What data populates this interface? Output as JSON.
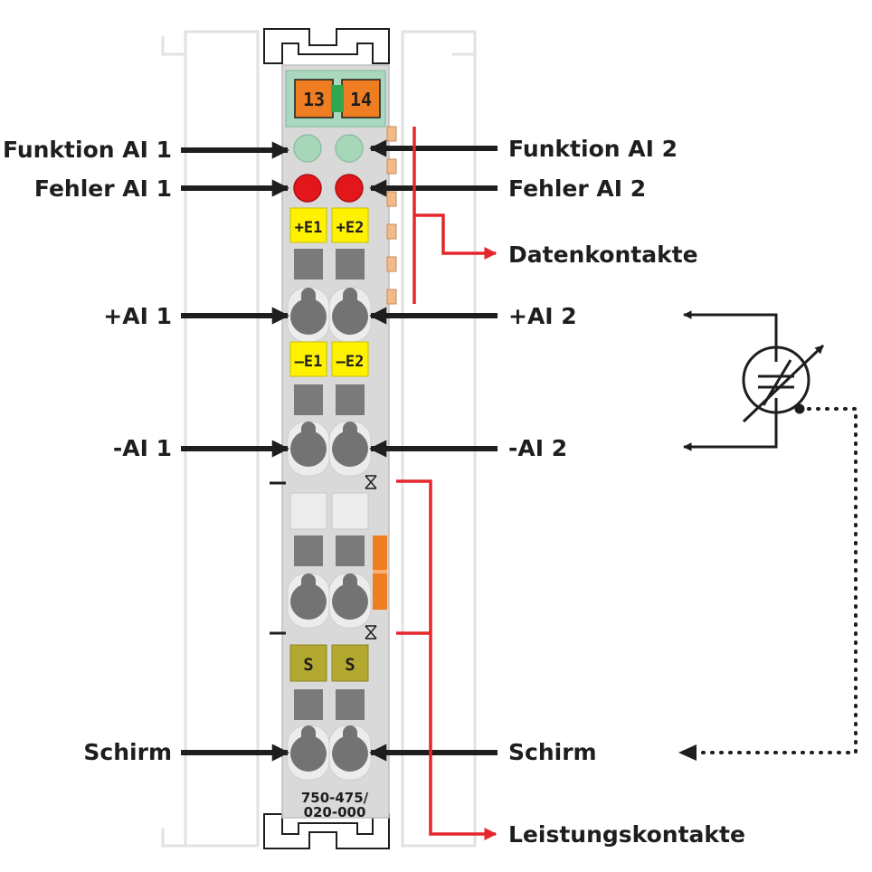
{
  "labels_left": {
    "funktion_ai1": "Funktion AI 1",
    "fehler_ai1": "Fehler AI 1",
    "plus_ai1": "+AI 1",
    "minus_ai1": "-AI 1",
    "schirm": "Schirm"
  },
  "labels_right": {
    "funktion_ai2": "Funktion AI 2",
    "fehler_ai2": "Fehler AI 2",
    "datenkontakte": "Datenkontakte",
    "plus_ai2": "+AI 2",
    "minus_ai2": "-AI 2",
    "schirm": "Schirm",
    "leistungskontakte": "Leistungskontakte"
  },
  "module": {
    "connector_left": "13",
    "connector_right": "14",
    "e1_plus": "+E1",
    "e2_plus": "+E2",
    "e1_minus": "–E1",
    "e2_minus": "–E2",
    "shield_left": "S",
    "shield_right": "S",
    "model_line1": "750-475/",
    "model_line2": "020-000"
  },
  "colors": {
    "arrow": "#1e1e1e",
    "red_line": "#e5262b",
    "led_green": "#a6d7b8",
    "led_red": "#e3161b",
    "connector_orange": "#ef7d22",
    "marker_yellow": "#fff200",
    "shield_olive": "#b3a830",
    "module_gray": "#d9d9d9"
  }
}
